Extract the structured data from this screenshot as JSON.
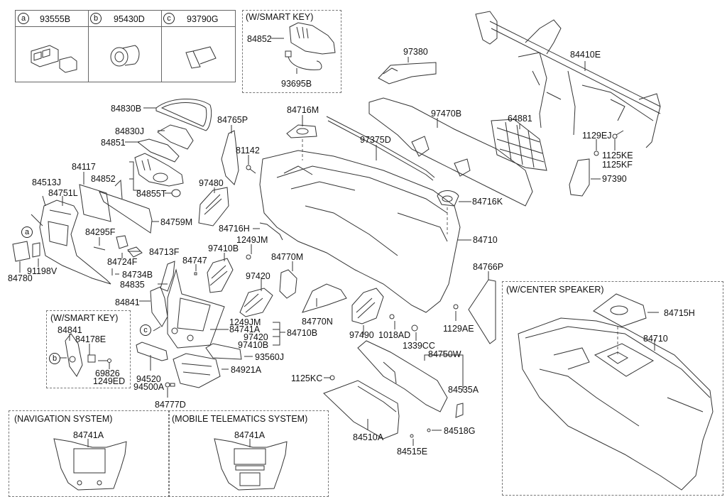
{
  "legend_table": {
    "cells": [
      {
        "marker": "a",
        "part_no": "93555B"
      },
      {
        "marker": "b",
        "part_no": "95430D"
      },
      {
        "marker": "c",
        "part_no": "93790G"
      }
    ]
  },
  "boxes": {
    "smart_key_top": {
      "title": "(W/SMART KEY)",
      "parts": [
        "84852",
        "93695B"
      ]
    },
    "smart_key_left": {
      "title": "(W/SMART KEY)",
      "parts": [
        "84841",
        "84178E",
        "69826",
        "1249ED"
      ],
      "marker": "b"
    },
    "center_speaker": {
      "title": "(W/CENTER SPEAKER)",
      "parts": [
        "84715H",
        "84710"
      ]
    },
    "navigation": {
      "title": "(NAVIGATION SYSTEM)",
      "parts": [
        "84741A"
      ]
    },
    "telematics": {
      "title": "(MOBILE TELEMATICS SYSTEM)",
      "parts": [
        "84741A"
      ]
    }
  },
  "markers": {
    "a": "a",
    "b": "b",
    "c": "c"
  },
  "labels": {
    "p97380": "97380",
    "p84410E": "84410E",
    "p84830B": "84830B",
    "p84765P": "84765P",
    "p84716M": "84716M",
    "p97470B": "97470B",
    "p64881": "64881",
    "p84830J": "84830J",
    "p84851": "84851",
    "p81142": "81142",
    "p97375D": "97375D",
    "p1129EJ": "1129EJ",
    "p1125KE": "1125KE",
    "p1125KF": "1125KF",
    "p84117": "84117",
    "p84852": "84852",
    "p84513J": "84513J",
    "p84751L": "84751L",
    "p84855T": "84855T",
    "p97480": "97480",
    "p97390": "97390",
    "p84716K": "84716K",
    "p84759M": "84759M",
    "p84716H": "84716H",
    "p84710": "84710",
    "p84295F": "84295F",
    "p1249JM": "1249JM",
    "p97410B": "97410B",
    "p84713F": "84713F",
    "p84724F": "84724F",
    "p84770M": "84770M",
    "p84747": "84747",
    "p91198V": "91198V",
    "p84780": "84780",
    "p84734B": "84734B",
    "p84835": "84835",
    "p97420": "97420",
    "p84766P": "84766P",
    "p84841": "84841",
    "p84770N": "84770N",
    "p1249JM_b": "1249JM",
    "p84741A": "84741A",
    "p97420_b": "97420",
    "p97410B_b": "97410B",
    "p84710B": "84710B",
    "p97490": "97490",
    "p1018AD": "1018AD",
    "p1129AE": "1129AE",
    "p93560J": "93560J",
    "p1339CC": "1339CC",
    "p84921A": "84921A",
    "p84750W": "84750W",
    "p1125KC": "1125KC",
    "p84535A": "84535A",
    "p94520": "94520",
    "p94500A": "94500A",
    "p84777D": "84777D",
    "p84510A": "84510A",
    "p84518G": "84518G",
    "p84515E": "84515E"
  }
}
